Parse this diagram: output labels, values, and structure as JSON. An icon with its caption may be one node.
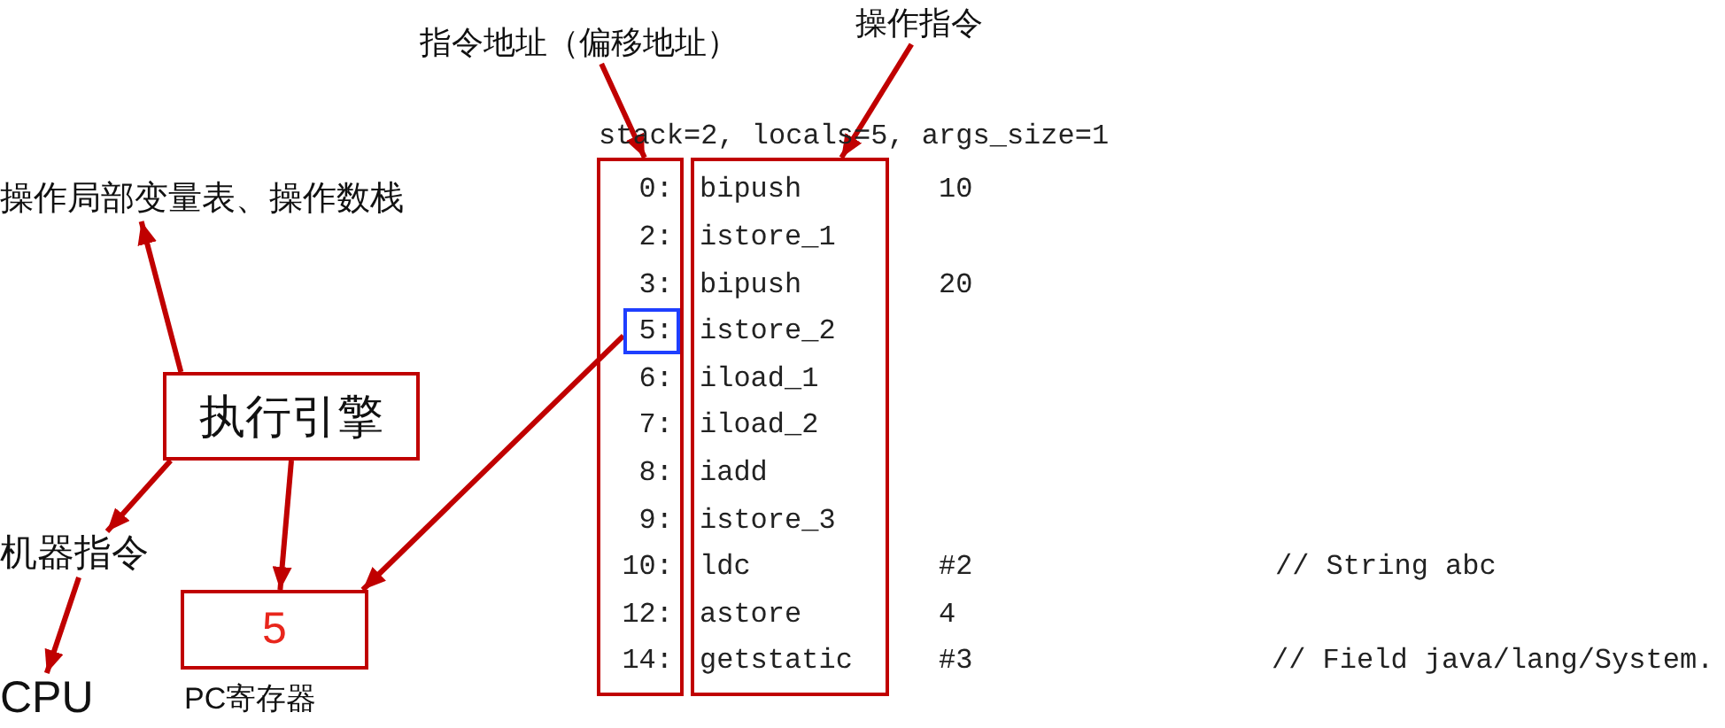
{
  "diagram": {
    "nodes": [
      {
        "text": [
          "指令地址（偏移地址）"
        ]
      },
      {
        "text": [
          "操作指令"
        ]
      },
      {
        "text": [
          "操作局部变量表、操作数栈"
        ]
      },
      {
        "text": [
          "执行引擎"
        ]
      },
      {
        "text": [
          "机器指令"
        ]
      },
      {
        "text": [
          "CPU"
        ]
      },
      {
        "text": [
          "5"
        ],
        "beside": [
          "PC寄存器"
        ]
      },
      {
        "text": [
          "0:",
          "2:",
          "3:",
          "6:",
          "7:",
          "8:",
          "9:",
          "10:",
          "12:",
          "14:"
        ]
      },
      {
        "text": [
          "5:"
        ],
        "in": 7
      },
      {
        "text": [
          "bipush",
          "istore_1",
          "bipush",
          "istore_2",
          "iload_1",
          "iload_2",
          "iadd",
          "istore_3",
          "ldc",
          "astore",
          "getstatic"
        ]
      }
    ],
    "edges": [
      {
        "from": 0,
        "to": 7,
        "arrow": "to"
      },
      {
        "from": 1,
        "to": 9,
        "arrow": "to"
      },
      {
        "from": 3,
        "to": 2,
        "arrow": "to"
      },
      {
        "from": 3,
        "to": 4,
        "arrow": "to"
      },
      {
        "from": 4,
        "to": 5,
        "arrow": "to"
      },
      {
        "from": 3,
        "to": 6,
        "arrow": "to"
      },
      {
        "from": 8,
        "to": 6,
        "arrow": "to"
      }
    ],
    "labels": [
      "stack=2, locals=5, args_size=1",
      "10",
      "20",
      "#2",
      "// String abc",
      "4",
      "#3",
      "// Field java/lang/System."
    ]
  }
}
